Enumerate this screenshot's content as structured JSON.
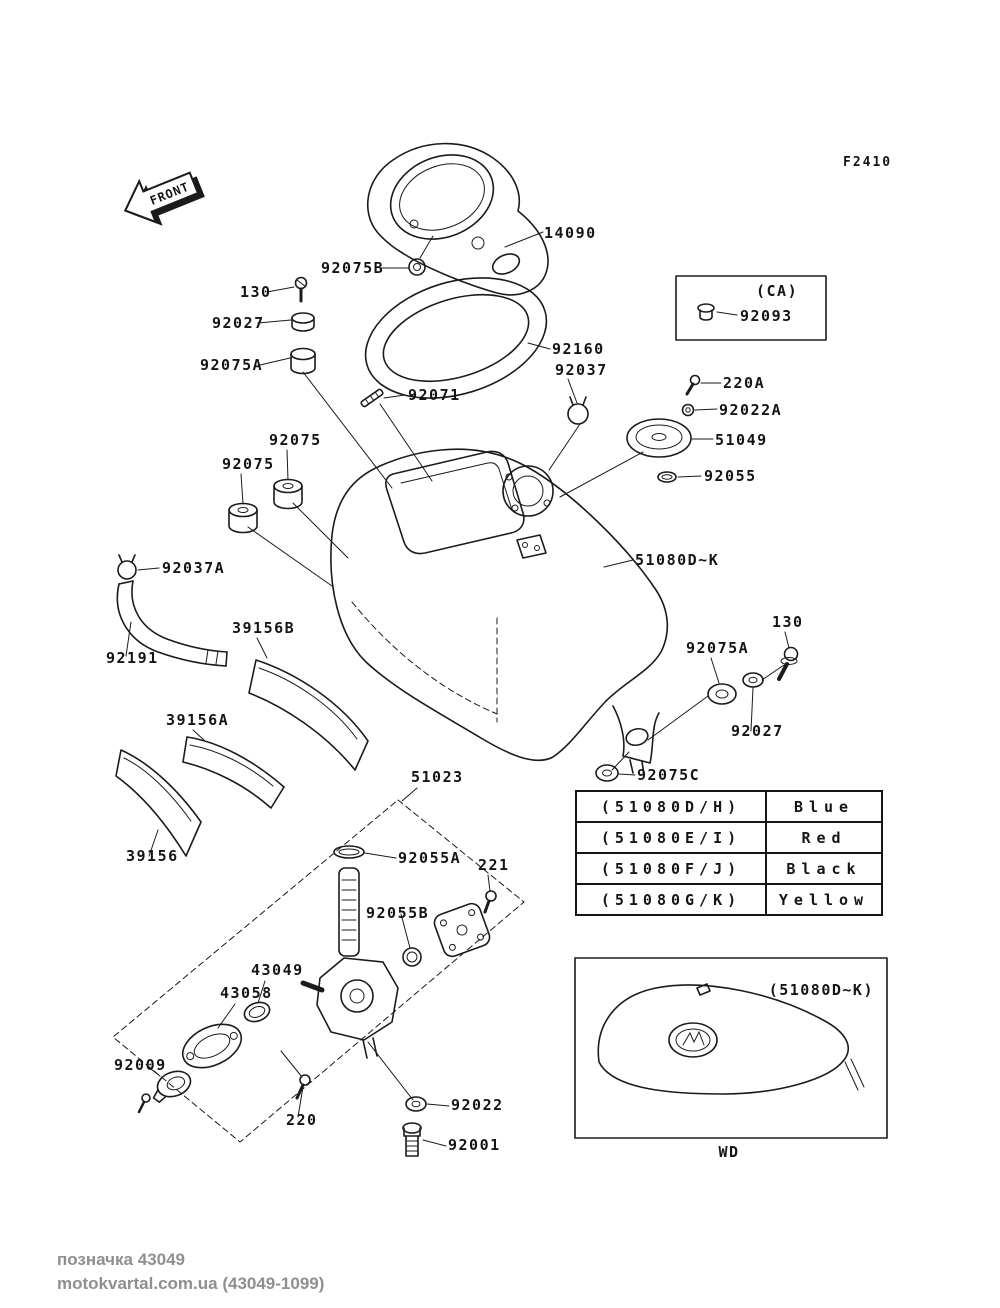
{
  "page": {
    "figure_code": "F2410",
    "front_arrow": "FRONT",
    "footer": {
      "line1": "позначка 43049",
      "line2": "motokvartal.com.ua (43049-1099)"
    }
  },
  "labels": {
    "p14090": "14090",
    "p92075B": "92075B",
    "p130_top": "130",
    "p92027_top": "92027",
    "p92075A_top": "92075A",
    "p92071": "92071",
    "p92160": "92160",
    "p92037": "92037",
    "p220A": "220A",
    "p92022A": "92022A",
    "p51049": "51049",
    "p92055": "92055",
    "p92075_1": "92075",
    "p92075_2": "92075",
    "p92037A": "92037A",
    "p92191": "92191",
    "p39156B": "39156B",
    "p39156A": "39156A",
    "p39156": "39156",
    "p51080DK": "51080D~K",
    "p130_right": "130",
    "p92075A_right": "92075A",
    "p92027_right": "92027",
    "p92075C": "92075C",
    "p51023": "51023",
    "p92055A": "92055A",
    "p221": "221",
    "p92055B": "92055B",
    "p43049": "43049",
    "p43058": "43058",
    "p92009": "92009",
    "p220": "220",
    "p92022": "92022",
    "p92001": "92001"
  },
  "ca_box": {
    "title": "(CA)",
    "part": "92093"
  },
  "color_table": {
    "rows": [
      {
        "code": "(51080D/H)",
        "color": "Blue"
      },
      {
        "code": "(51080E/I)",
        "color": "Red"
      },
      {
        "code": "(51080F/J)",
        "color": "Black"
      },
      {
        "code": "(51080G/K)",
        "color": "Yellow"
      }
    ]
  },
  "tank_color_box": {
    "code": "(51080D~K)",
    "caption": "WD"
  }
}
